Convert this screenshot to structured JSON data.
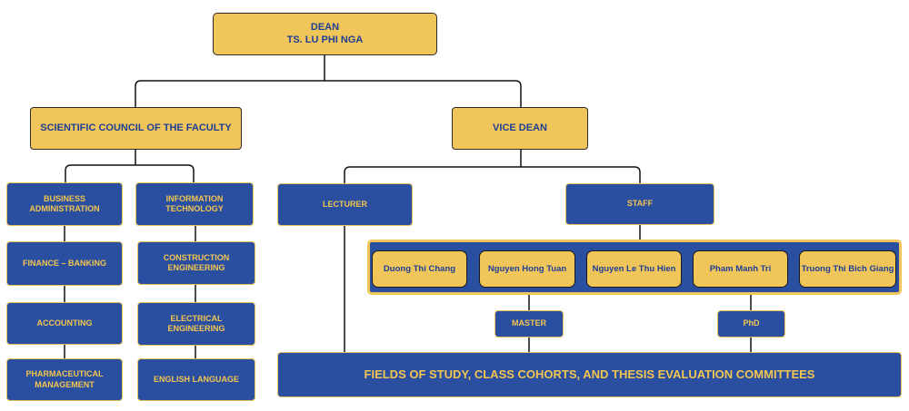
{
  "dean": {
    "line1": "DEAN",
    "line2": "TS. LU PHI NGA"
  },
  "council": {
    "label": "SCIENTIFIC COUNCIL OF THE FACULTY"
  },
  "vice_dean": {
    "label": "VICE DEAN"
  },
  "departments_left": [
    {
      "label": "BUSINESS\nADMINISTRATION"
    },
    {
      "label": "FINANCE – BANKING"
    },
    {
      "label": "ACCOUNTING"
    },
    {
      "label": "PHARMACEUTICAL\nMANAGEMENT"
    }
  ],
  "departments_right": [
    {
      "label": "INFORMATION\nTECHNOLOGY"
    },
    {
      "label": "CONSTRUCTION\nENGINEERING"
    },
    {
      "label": "ELECTRICAL\nENGINEERING"
    },
    {
      "label": "ENGLISH LANGUAGE"
    }
  ],
  "lecturer": {
    "label": "LECTURER"
  },
  "staff": {
    "label": "STAFF",
    "members": [
      {
        "name": "Duong Thi Chang"
      },
      {
        "name": "Nguyen Hong Tuan"
      },
      {
        "name": "Nguyen Le Thu Hien"
      },
      {
        "name": "Pham Manh Tri"
      },
      {
        "name": "Truong Thi Bich Giang"
      }
    ]
  },
  "master": {
    "label": "MASTER"
  },
  "phd": {
    "label": "PhD"
  },
  "fields": {
    "label": "FIELDS OF STUDY, CLASS COHORTS, AND THESIS EVALUATION COMMITTEES"
  },
  "colors": {
    "gold": "#f0c55a",
    "blue": "#2a4ea0",
    "gold_text": "#f3c64f",
    "navy_text": "#1f3f95"
  }
}
